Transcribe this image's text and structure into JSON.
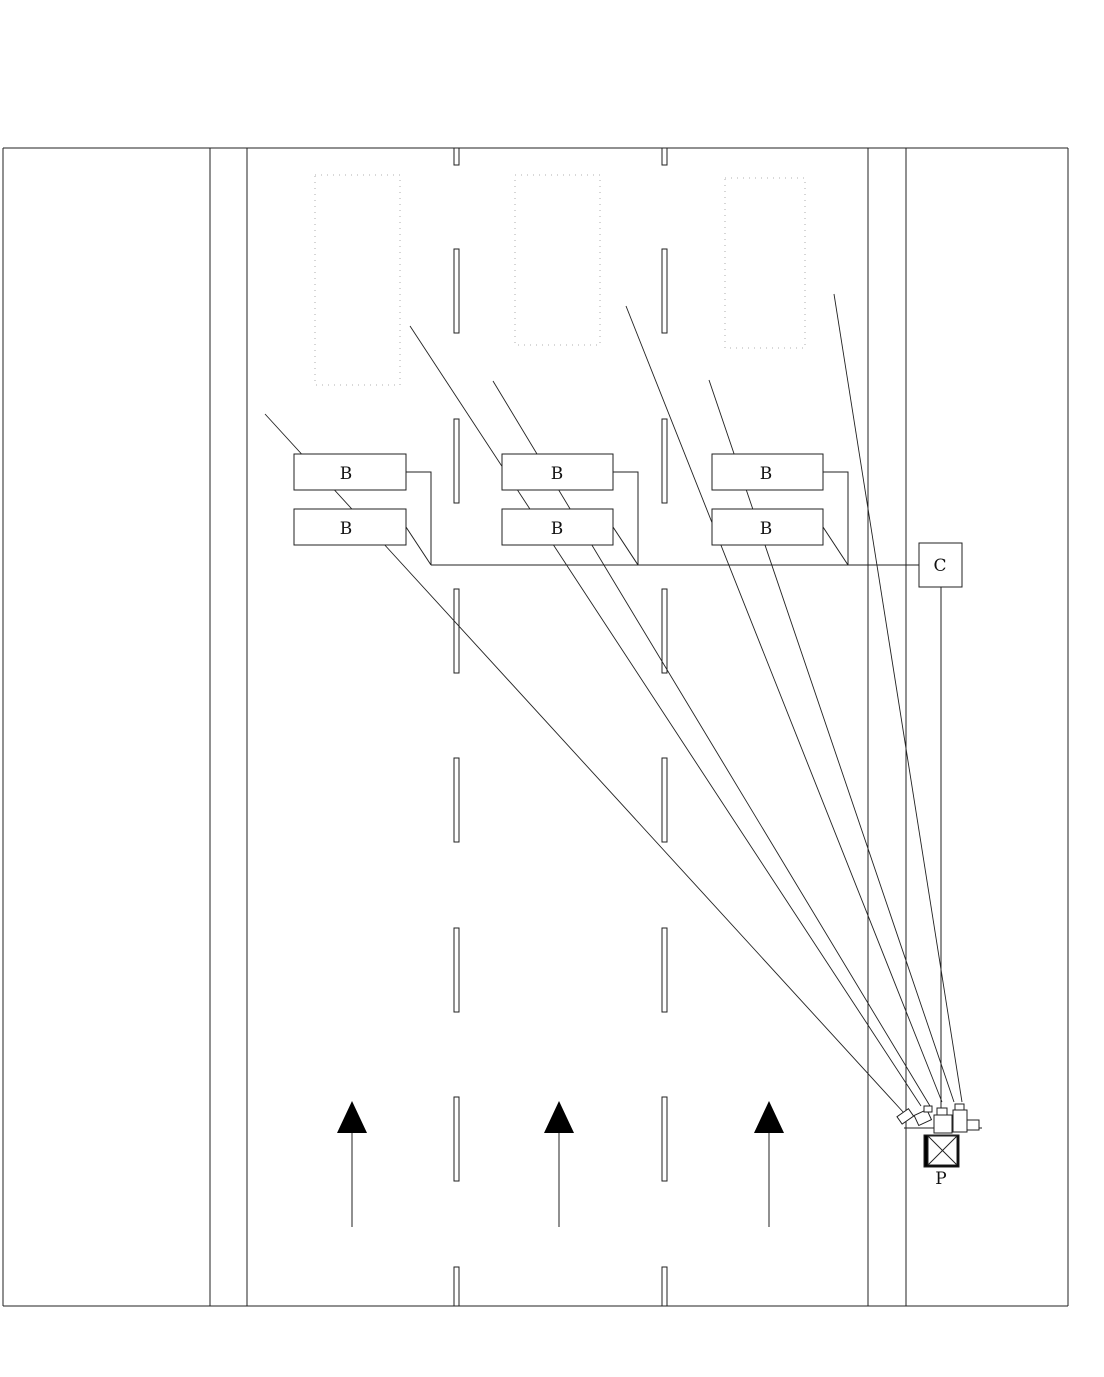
{
  "labels": {
    "sensor_block": "B",
    "controller": "C",
    "pole": "P"
  },
  "diagram": {
    "lanes": 3,
    "traffic_direction": "up",
    "sensor_blocks_per_lane": 2,
    "camera_count": 5,
    "stroke_color": "#222222",
    "fill_color": "#ffffff",
    "arrow_color": "#000000"
  }
}
